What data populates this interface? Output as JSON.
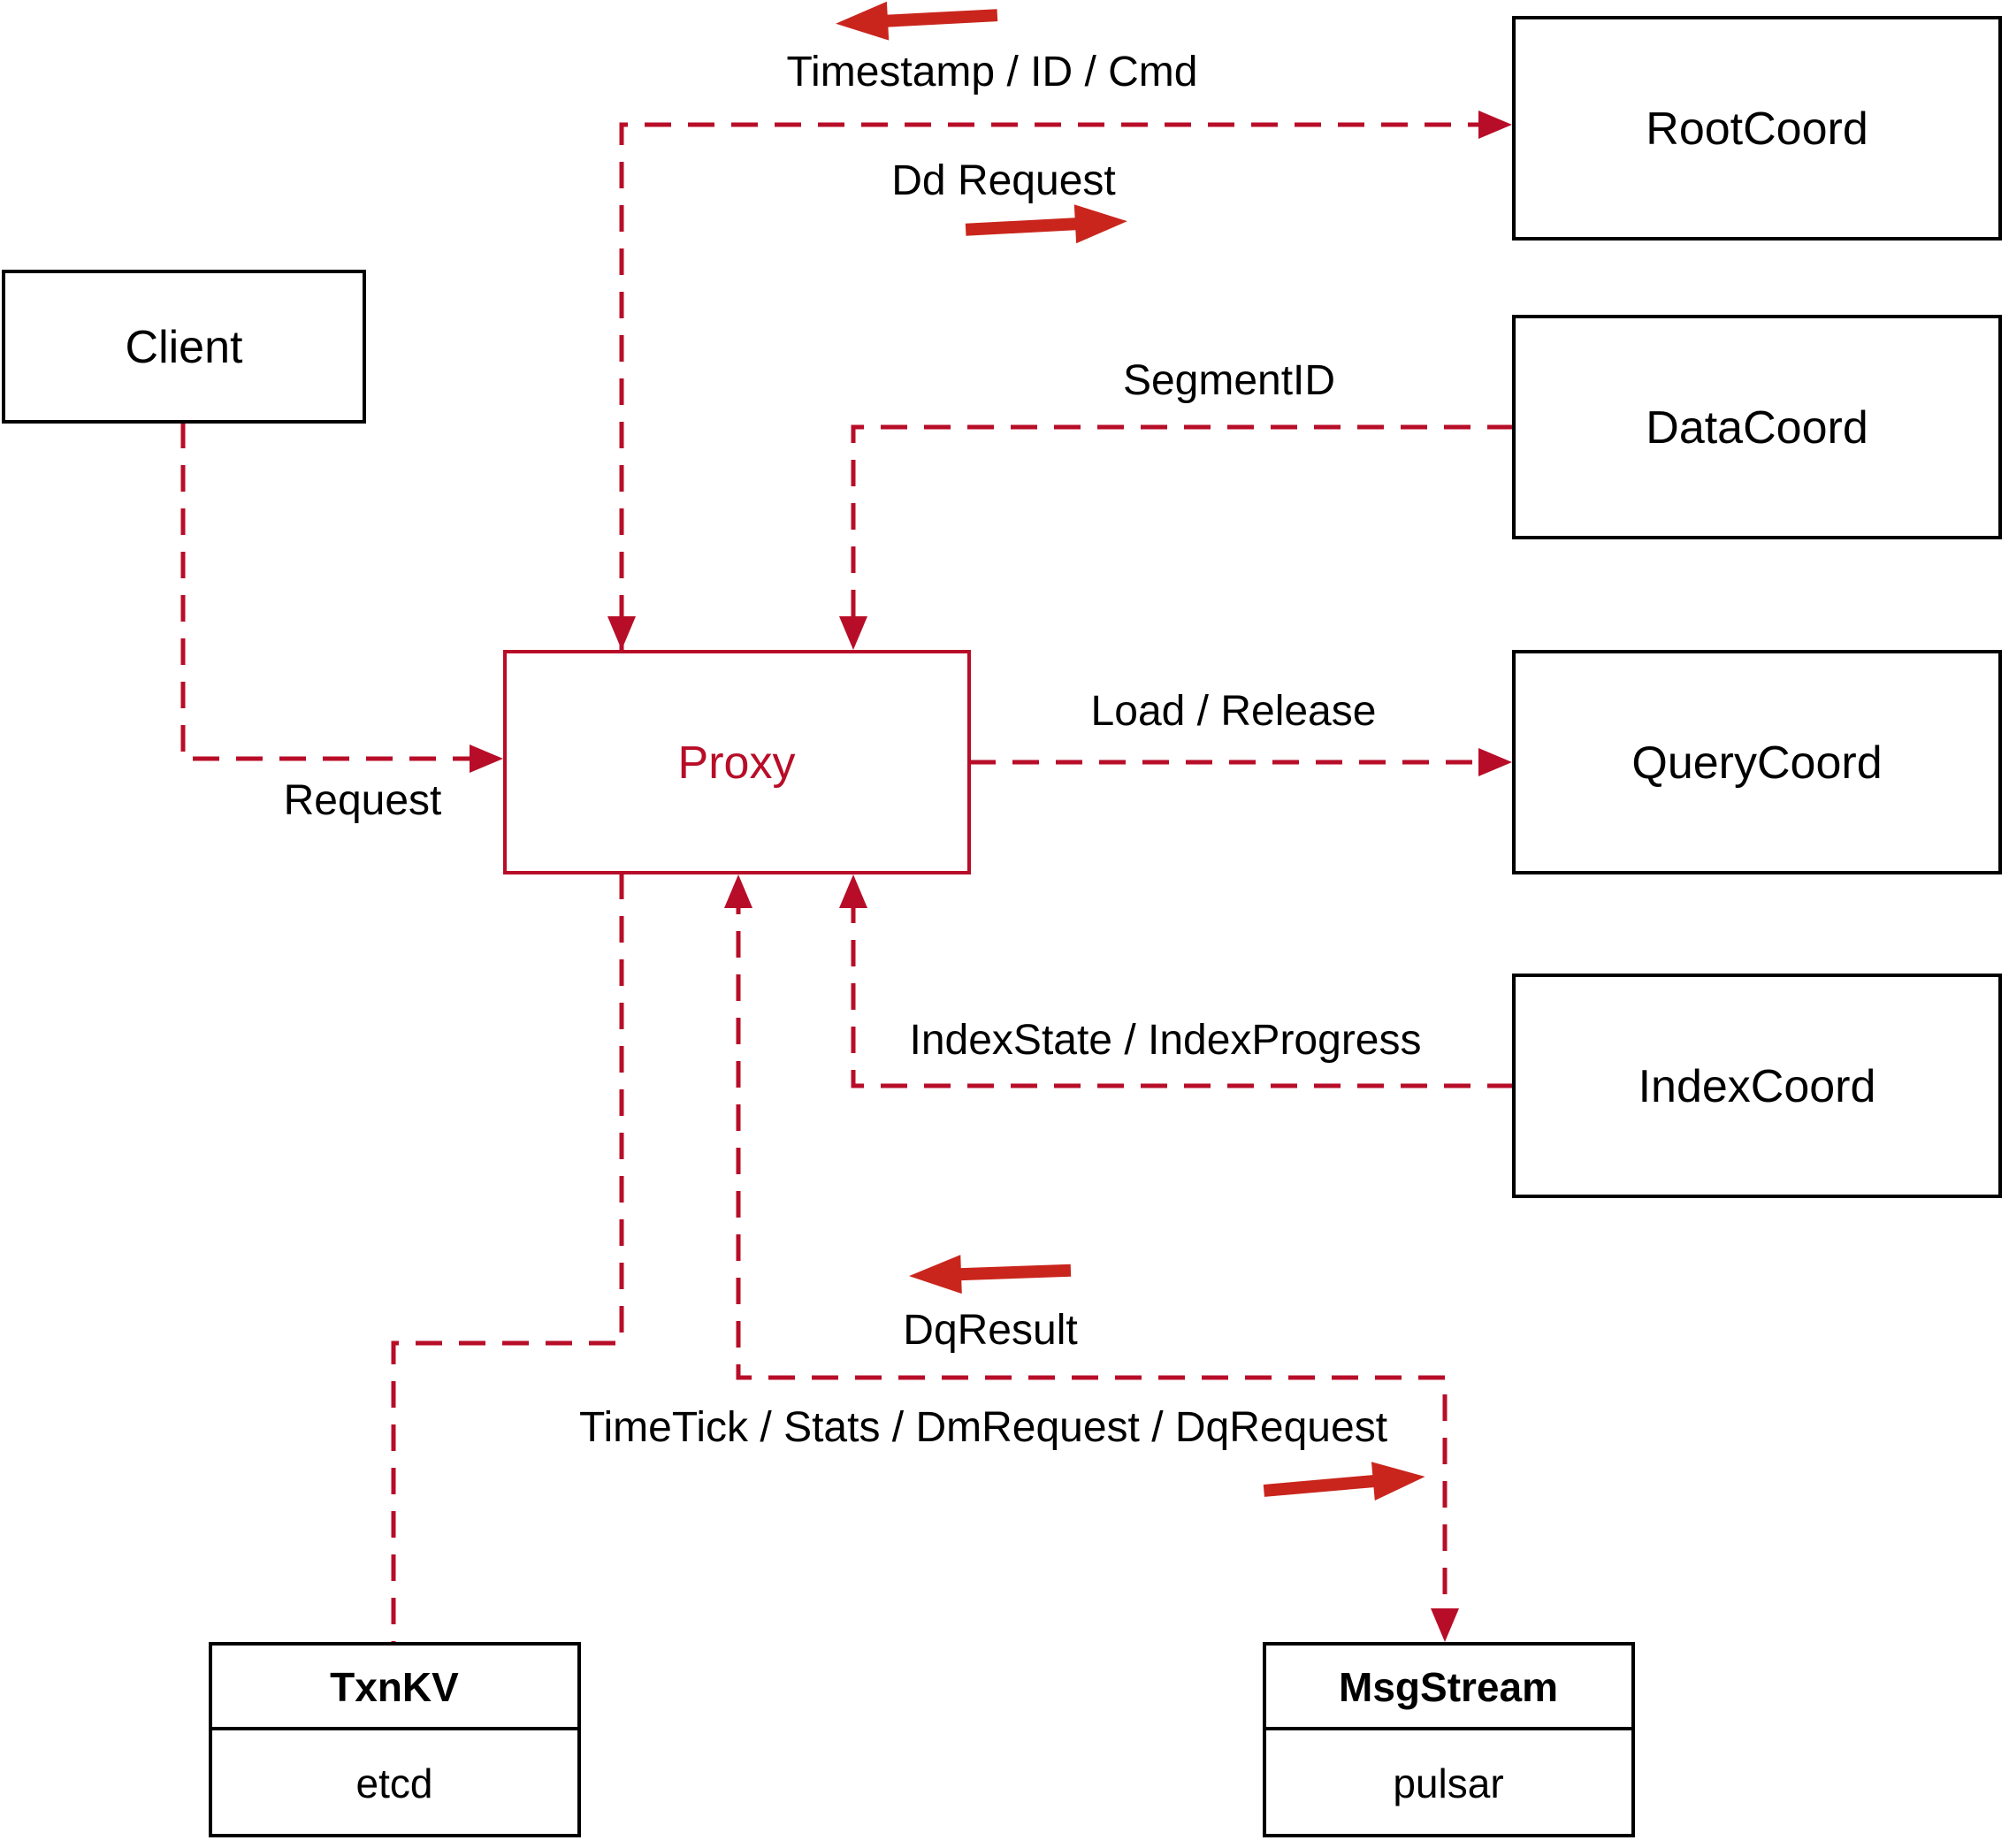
{
  "diagram": {
    "title": "Proxy architecture diagram",
    "nodes": {
      "client": {
        "label": "Client"
      },
      "proxy": {
        "label": "Proxy"
      },
      "rootcoord": {
        "label": "RootCoord"
      },
      "datacoord": {
        "label": "DataCoord"
      },
      "querycoord": {
        "label": "QueryCoord"
      },
      "indexcoord": {
        "label": "IndexCoord"
      },
      "txnkv": {
        "title": "TxnKV",
        "subtitle": "etcd"
      },
      "msgstream": {
        "title": "MsgStream",
        "subtitle": "pulsar"
      }
    },
    "edge_labels": {
      "timestamp_id_cmd": "Timestamp / ID / Cmd",
      "dd_request": "Dd Request",
      "segment_id": "SegmentID",
      "request": "Request",
      "load_release": "Load / Release",
      "index_state": "IndexState / IndexProgress",
      "dq_result": "DqResult",
      "timetick": "TimeTick / Stats / DmRequest / DqRequest"
    },
    "colors": {
      "dashed_line": "#b80d28",
      "solid_arrow": "#c9251c",
      "node_border": "#000000",
      "proxy_accent": "#b80d28",
      "text": "#000000",
      "background": "#ffffff"
    }
  }
}
